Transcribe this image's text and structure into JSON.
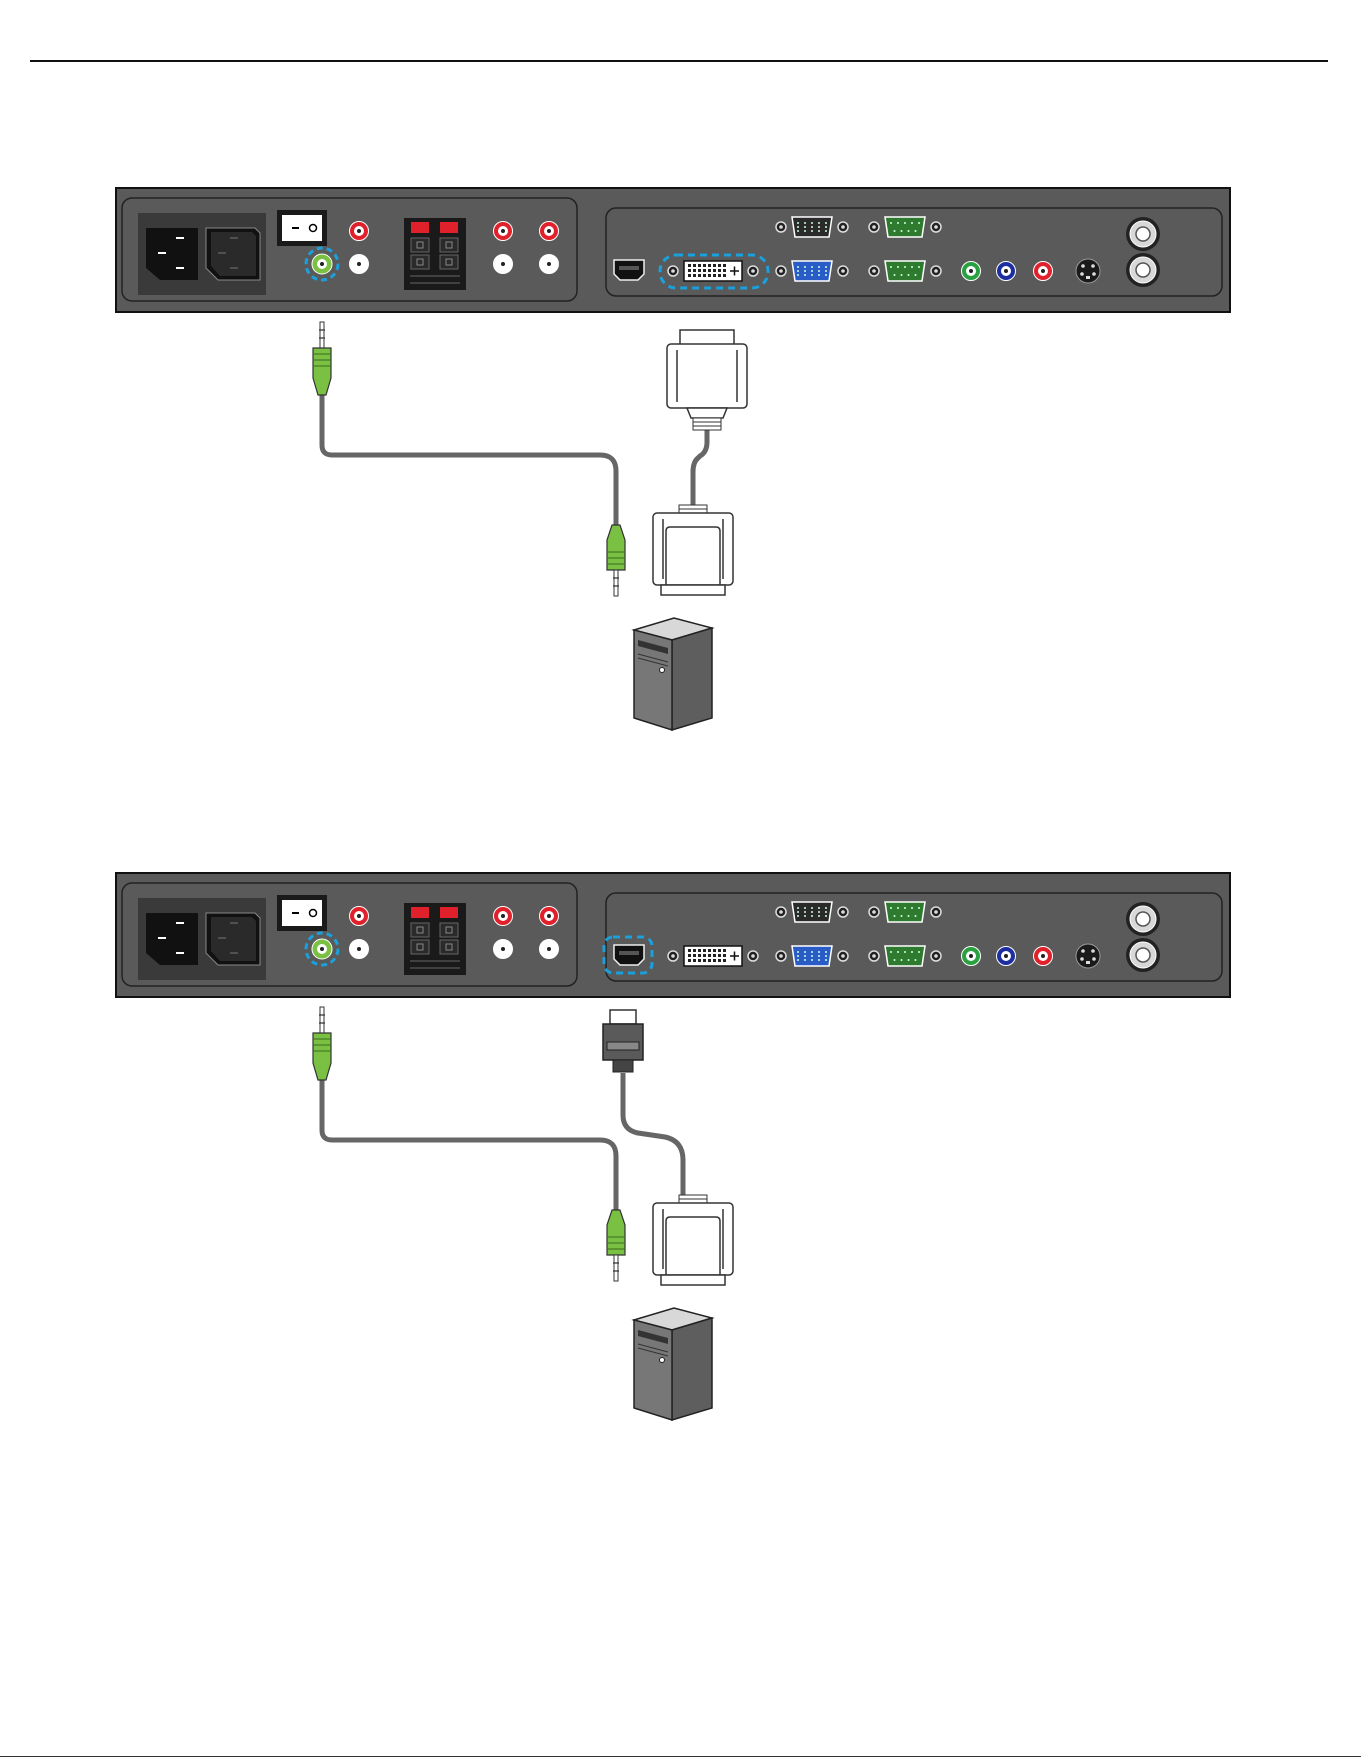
{
  "diagrams": [
    {
      "id": "dvi",
      "video_connector": "DVI",
      "highlighted_ports": [
        "audio-in",
        "dvi-in"
      ]
    },
    {
      "id": "hdmi",
      "video_connector": "HDMI",
      "highlighted_ports": [
        "audio-in",
        "hdmi-in"
      ]
    }
  ],
  "colors": {
    "panel": "#5a5a5a",
    "panel_dark": "#3a3a3a",
    "highlight": "#1aa0dc",
    "audio_jack": "#7ac043",
    "rca_red": "#e0202a",
    "rca_green": "#2aa040",
    "rca_blue": "#1c2ea0",
    "vga_blue": "#2a5cc8",
    "serial_green": "#2e7a2e",
    "cable": "#666666",
    "pc_case": "#777777"
  },
  "icons": [
    "power-inlet-icon",
    "power-switch-icon",
    "audio-jack-icon",
    "speaker-terminal-icon",
    "rca-jack-icon",
    "hdmi-port-icon",
    "dvi-port-icon",
    "vga-port-icon",
    "serial-port-icon",
    "svideo-port-icon",
    "bnc-port-icon",
    "pc-tower-icon"
  ]
}
